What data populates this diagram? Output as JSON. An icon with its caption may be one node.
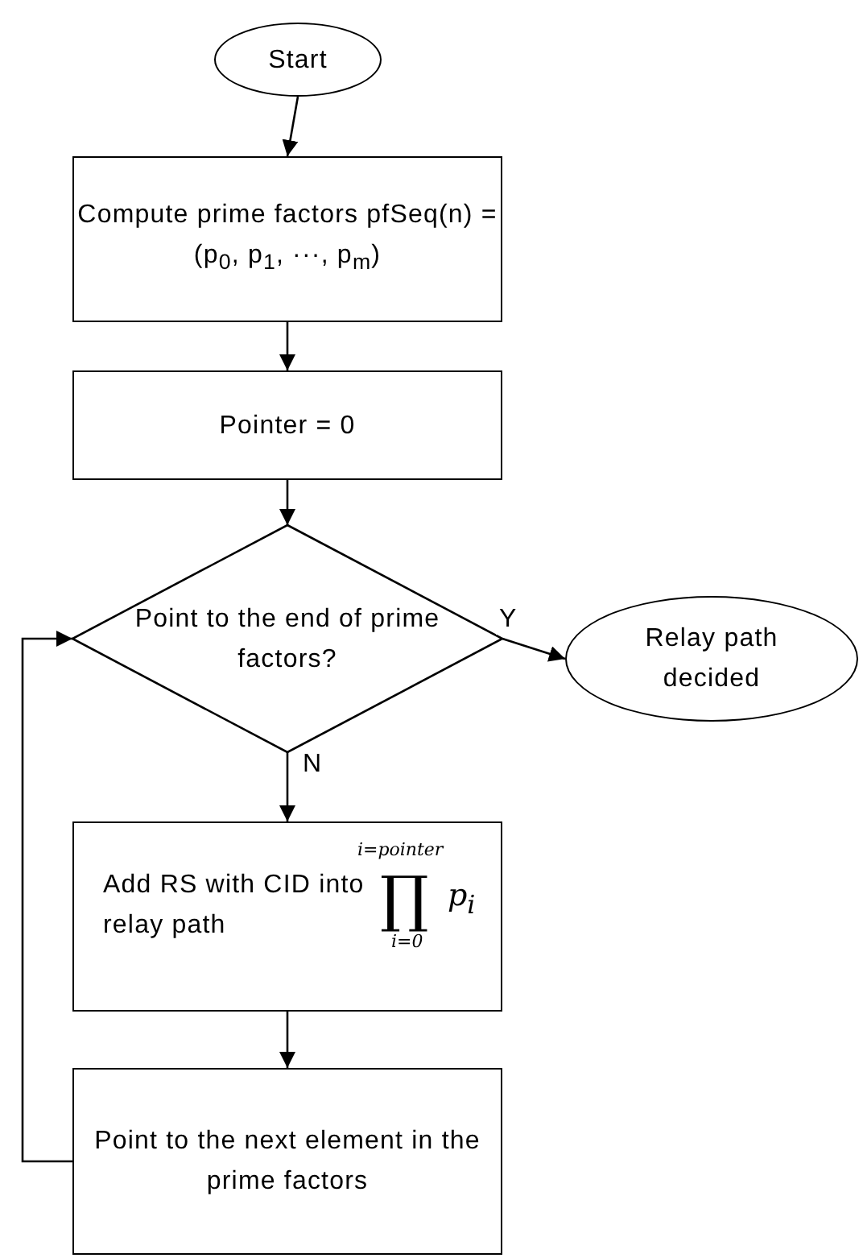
{
  "diagram": {
    "nodes": [
      {
        "text": [
          "Start"
        ]
      },
      {
        "text": [
          "Compute prime factors pfSeq(n) = (p$_{0}$, p$_{1}$, ···, p$_{m}$)"
        ]
      },
      {
        "text": [
          "Pointer = 0"
        ]
      },
      {
        "text": [
          "Point to the end of prime factors?"
        ]
      },
      {
        "text": [
          "Relay path decided"
        ]
      },
      {
        "text": [
          "Add RS with CID into relay path",
          "i=pointer",
          "∏",
          "p$_{i}$",
          "i=0"
        ]
      },
      {
        "text": [
          "Point to the next element in the prime factors"
        ]
      }
    ],
    "edges": [
      {
        "from": 0,
        "to": 1,
        "arrow": "to"
      },
      {
        "from": 1,
        "to": 2,
        "arrow": "to"
      },
      {
        "from": 2,
        "to": 3,
        "arrow": "to"
      },
      {
        "from": 3,
        "to": 4,
        "arrow": "to",
        "label": "Y"
      },
      {
        "from": 3,
        "to": 5,
        "arrow": "to",
        "label": "N"
      },
      {
        "from": 5,
        "to": 6,
        "arrow": "to"
      },
      {
        "from": 6,
        "to": 3,
        "arrow": "to"
      }
    ]
  }
}
